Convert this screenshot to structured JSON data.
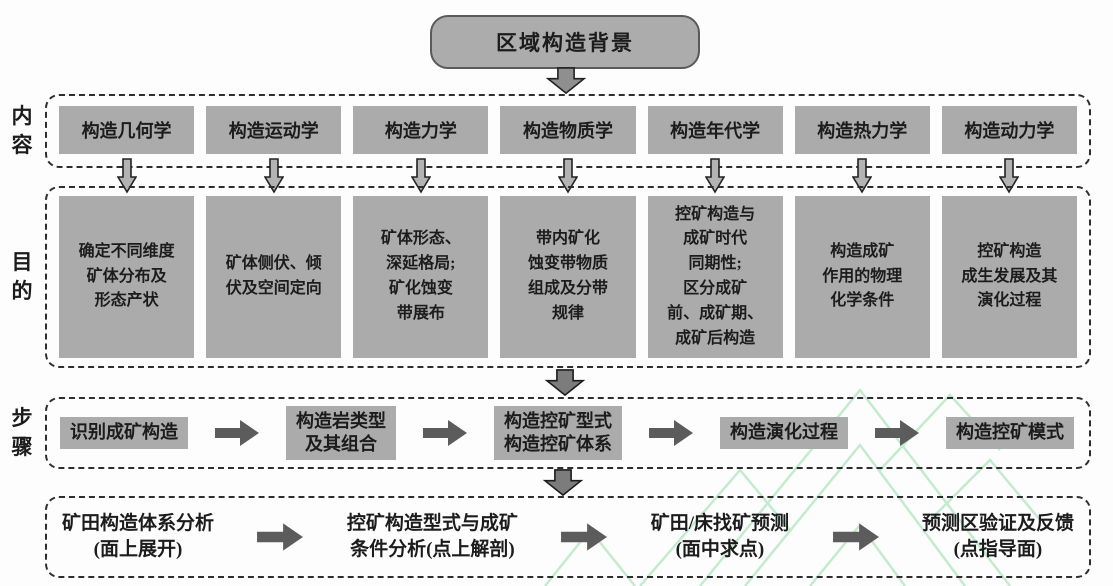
{
  "diagram_title": "",
  "colors": {
    "box_gray": "#ababab",
    "node_border": "#5a5a5a",
    "arrow_dark": "#5c5c5c",
    "arrow_light_fill": "#b3b3b3",
    "dashed_border": "#2e2e2e",
    "watermark_green": "#b9e8c6"
  },
  "icons": {
    "down_block_arrow": "down-arrow-icon",
    "small_down_arrow": "small-down-arrow-icon",
    "right_block_arrow": "right-arrow-icon"
  },
  "root_node": {
    "label": "区域构造背景"
  },
  "rows": {
    "content": {
      "label": "内容",
      "items": [
        "构造几何学",
        "构造运动学",
        "构造力学",
        "构造物质学",
        "构造年代学",
        "构造热力学",
        "构造动力学"
      ]
    },
    "purpose": {
      "label": "目的",
      "items": [
        "确定不同维度\n矿体分布及\n形态产状",
        "矿体侧伏、倾\n伏及空间定向",
        "矿体形态、\n深延格局;\n矿化蚀变\n带展布",
        "带内矿化\n蚀变带物质\n组成及分带\n规律",
        "控矿构造与\n成矿时代\n同期性;\n区分成矿\n前、成矿期、\n成矿后构造",
        "构造成矿\n作用的物理\n化学条件",
        "控矿构造\n成生发展及其\n演化过程"
      ]
    },
    "steps": {
      "label": "步骤",
      "items": [
        "识别成矿构造",
        "构造岩类型\n及其组合",
        "构造控矿型式\n构造控矿体系",
        "构造演化过程",
        "构造控矿模式"
      ]
    },
    "workflow": {
      "items": [
        "矿田构造体系分析\n(面上展开)",
        "控矿构造型式与成矿\n条件分析(点上解剖)",
        "矿田/床找矿预测\n(面中求点)",
        "预测区验证及反馈\n(点指导面)"
      ]
    }
  }
}
